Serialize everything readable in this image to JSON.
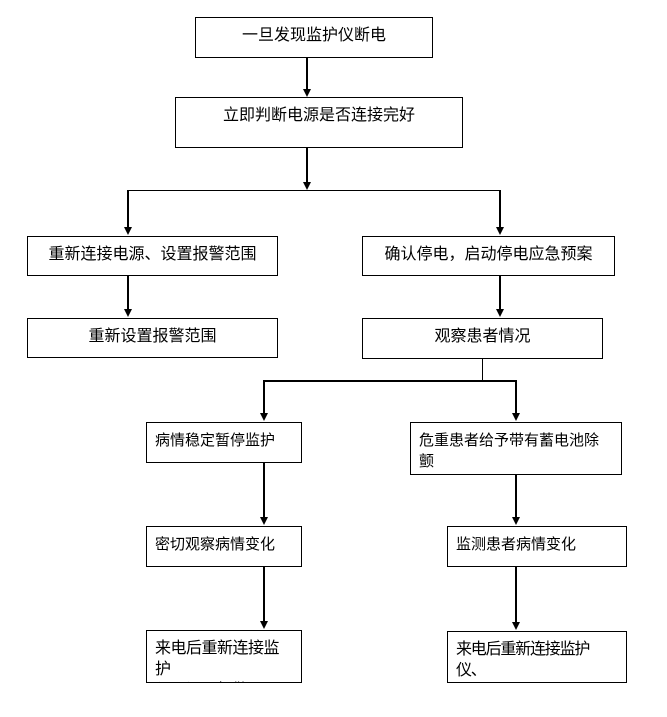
{
  "diagram": {
    "type": "flowchart",
    "language": "zh-CN",
    "nodes": [
      {
        "id": "start",
        "label": "一旦发现监护仪断电"
      },
      {
        "id": "check",
        "label": "立即判断电源是否连接完好"
      },
      {
        "id": "reconnect",
        "label": "重新连接电源、设置报警范围"
      },
      {
        "id": "confirm",
        "label": "确认停电，启动停电应急预案"
      },
      {
        "id": "reset",
        "label": "重新设置报警范围"
      },
      {
        "id": "observe",
        "label": "观察患者情况"
      },
      {
        "id": "stable",
        "label": "病情稳定暂停监护"
      },
      {
        "id": "critical",
        "label": "危重患者给予带有蓄电池除颤\n仪监护"
      },
      {
        "id": "watch",
        "label": "密切观察病情变化"
      },
      {
        "id": "monitor",
        "label": "监测患者病情变化"
      },
      {
        "id": "bottom_left",
        "label": "来电后重新连接监护\n仪、设置报警"
      },
      {
        "id": "bottom_right",
        "label": "来电后重新连接监护仪、\n设置报警"
      }
    ],
    "edges": [
      {
        "from": "start",
        "to": "check"
      },
      {
        "from": "check",
        "to": "reconnect"
      },
      {
        "from": "check",
        "to": "confirm"
      },
      {
        "from": "reconnect",
        "to": "reset"
      },
      {
        "from": "confirm",
        "to": "observe"
      },
      {
        "from": "observe",
        "to": "stable"
      },
      {
        "from": "observe",
        "to": "critical"
      },
      {
        "from": "stable",
        "to": "watch"
      },
      {
        "from": "critical",
        "to": "monitor"
      },
      {
        "from": "watch",
        "to": "bottom_left"
      },
      {
        "from": "monitor",
        "to": "bottom_right"
      }
    ]
  },
  "colors": {
    "background": "#ffffff",
    "box_border": "#000000",
    "text": "#000000",
    "connector": "#000000"
  }
}
